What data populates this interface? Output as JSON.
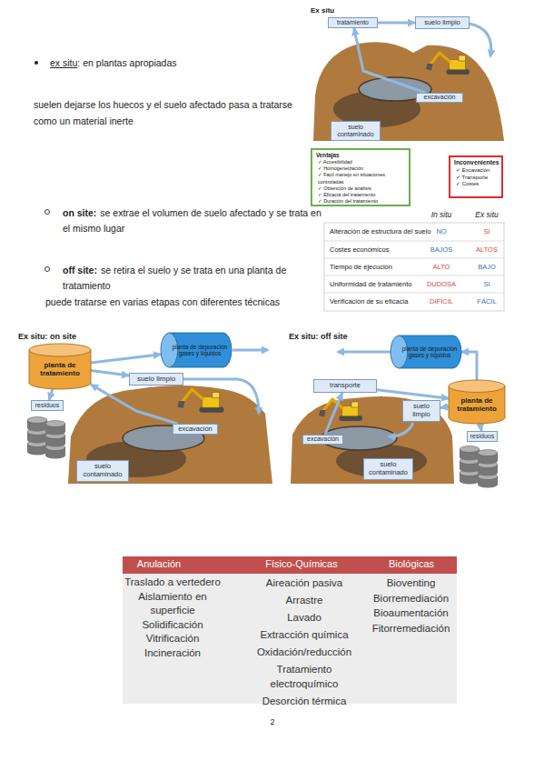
{
  "diagram": {
    "nodes": [
      {
        "text": [
          "tratamiento"
        ]
      },
      {
        "text": [
          "suelo limpio"
        ]
      },
      {
        "text": [
          "excavación"
        ]
      },
      {
        "text": [
          "suelo contaminado"
        ]
      },
      {
        "text": [
          "Ventajas",
          "✓ Accesibilidad",
          "✓ Homogeneización",
          "✓ Fácil manejo en situaciones controladas",
          "✓ Obtención de análisis",
          "✓ Eficacia del tratamiento",
          "✓ Duración del tratamiento"
        ]
      },
      {
        "text": [
          "Inconvenientes",
          "✓ Excavación",
          "✓ Transporte",
          "✓ Costes"
        ]
      },
      {
        "text": [
          "planta de tratamiento"
        ]
      },
      {
        "text": [
          "planta de depuración gases y líquidos"
        ]
      },
      {
        "text": [
          "suelo limpio"
        ]
      },
      {
        "text": [
          "residuos"
        ]
      },
      {
        "text": [
          "excavación"
        ]
      },
      {
        "text": [
          "suelo contaminado"
        ]
      },
      {
        "text": [
          "planta de depuración gases y líquidos"
        ]
      },
      {
        "text": [
          "transporte"
        ]
      },
      {
        "text": [
          "planta de tratamiento"
        ]
      },
      {
        "text": [
          "suelo limpio"
        ]
      },
      {
        "text": [
          "residuos"
        ]
      },
      {
        "text": [
          "excavación"
        ]
      },
      {
        "text": [
          "suelo contaminado"
        ]
      }
    ],
    "edges": [
      {
        "from": 2,
        "to": 0,
        "arrow": "to"
      },
      {
        "from": 0,
        "to": 1,
        "arrow": "to"
      },
      {
        "from": 10,
        "to": 6,
        "arrow": "to"
      },
      {
        "from": 6,
        "to": 7,
        "arrow": "to"
      },
      {
        "from": 6,
        "to": 8,
        "arrow": "to"
      },
      {
        "from": 6,
        "to": 9,
        "arrow": "to"
      },
      {
        "from": 17,
        "to": 13,
        "arrow": "to"
      },
      {
        "from": 13,
        "to": 14,
        "arrow": "to"
      },
      {
        "from": 14,
        "to": 12,
        "arrow": "to"
      },
      {
        "from": 14,
        "to": 15,
        "arrow": "to"
      },
      {
        "from": 14,
        "to": 16,
        "arrow": "to"
      }
    ],
    "labels": [
      "Ex situ",
      "ex situ",
      ": en plantas apropiadas",
      "suelen dejarse los huecos y el suelo afectado pasa a tratarse como un material inerte",
      "In situ",
      "Ex situ",
      "Alteración de estructura del suelo",
      "NO",
      "SI",
      "Costes económicos",
      "BAJOS",
      "ALTOS",
      "Tiempo de ejecución",
      "ALTO",
      "BAJO",
      "Uniformidad de tratamiento",
      "DUDOSA",
      "SI",
      "Verificación de su eficacia",
      "DIFÍCIL",
      "FÁCIL",
      "on site:",
      "se extrae el volumen de suelo afectado y se trata en el mismo lugar",
      "off site:",
      "se retira el suelo y se trata en una planta de tratamiento",
      "puede tratarse en varias etapas con diferentes técnicas",
      "Ex situ: on site",
      "Ex situ: off site",
      "Anulación",
      "Físico-Químicas",
      "Biológicas",
      "Traslado a vertedero",
      "Aislamiento en superficie",
      "Solidificación",
      "Vitrificación",
      "Incineración",
      "Aireación pasiva",
      "Arrastre",
      "Lavado",
      "Extracción química",
      "Oxidación/reducción",
      "Tratamiento electroquímico",
      "Desorción térmica",
      "Bioventing",
      "Biorremediación",
      "Bioaumentación",
      "Fitorremediación",
      "2"
    ]
  }
}
